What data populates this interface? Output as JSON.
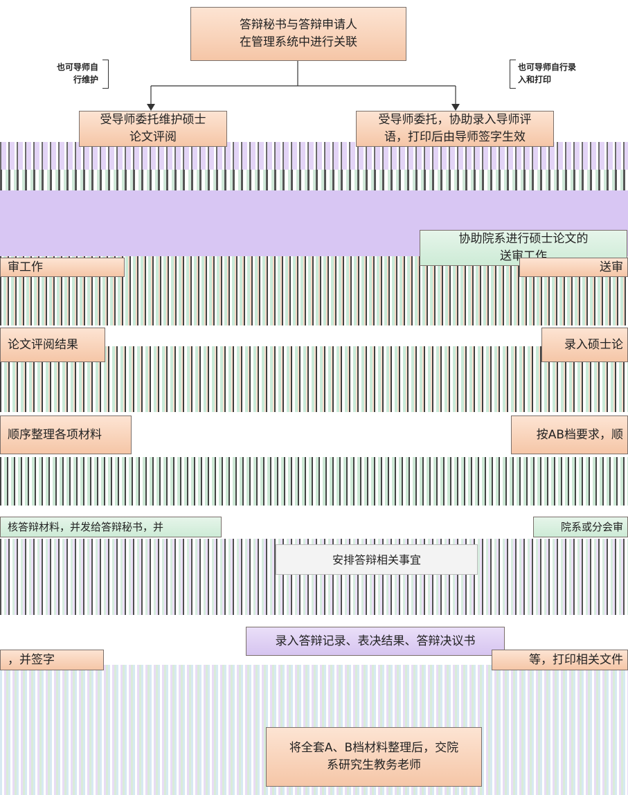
{
  "nodes": {
    "top": "答辩秘书与答辩申请人\n在管理系统中进行关联",
    "maintain": "受导师委托维护硕士\n论文评阅",
    "enter_comments": "受导师委托，协助录入导师评\n语，打印后由导师签字生效",
    "assist_review": "协助院系进行硕士论文的\n送审工作",
    "work_left": "审工作",
    "send_right": "送审",
    "review_left": "论文评阅结果",
    "review_right": "录入硕士论",
    "sort_left": "顺序整理各项材料",
    "sort_right": "按AB档要求，顺",
    "check_left": "核答辩材料，并发给答辩秘书，并",
    "check_right": "院系或分会审",
    "arrange": "安排答辩相关事宜",
    "record": "录入答辩记录、表决结果、答辩决议书",
    "sign_left": "，并签字",
    "print_right": "等，打印相关文件",
    "final": "将全套A、B档材料整理后，交院\n系研究生教务老师"
  },
  "notes": {
    "left": "也可导师自\n行维护",
    "right": "也可导师自行录\n入和打印"
  }
}
